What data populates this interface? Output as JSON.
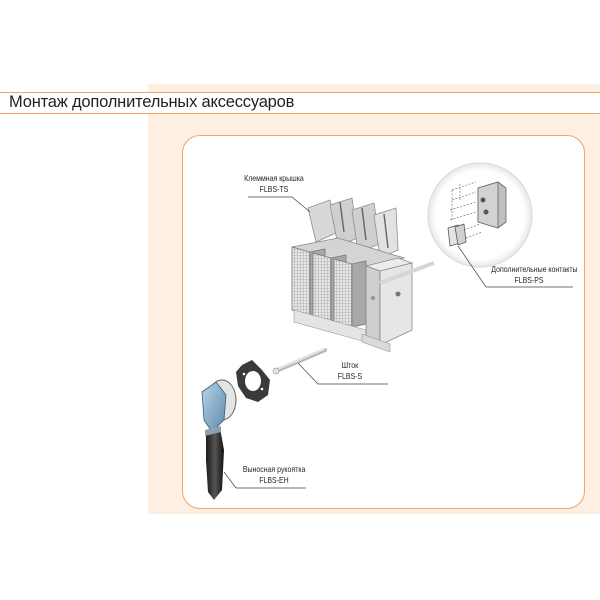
{
  "page": {
    "title": "Монтаж дополнительных аксессуаров"
  },
  "colors": {
    "accent_orange": "#f0a46a",
    "peach_background": "#fdefe2",
    "text": "#231f20"
  },
  "diagram": {
    "callouts": [
      {
        "id": "terminal-cover",
        "name": "Клеммная крышка",
        "code": "FLBS-TS"
      },
      {
        "id": "auxiliary-contacts",
        "name": "Дополнительные контакты",
        "code": "FLBS-PS"
      },
      {
        "id": "shaft",
        "name": "Шток",
        "code": "FLBS-S"
      },
      {
        "id": "external-handle",
        "name": "Выносная рукоятка",
        "code": "FLBS-EH"
      }
    ]
  }
}
